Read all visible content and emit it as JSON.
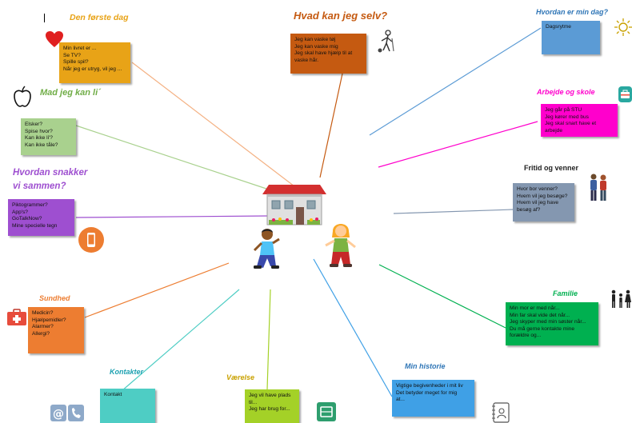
{
  "titles": {
    "den_forste_dag": "Den første dag",
    "hvad_kan_jeg_selv": "Hvad kan jeg selv?",
    "hvordan_er_min_dag": "Hvordan er min dag?",
    "mad_jeg_kan_li": "Mad jeg kan li´",
    "arbejde_og_skole": "Arbejde og skole",
    "hvordan_snakker_1": "Hvordan snakker",
    "hvordan_snakker_2": "vi sammen?",
    "fritid_og_venner": "Fritid og venner",
    "sundhed": "Sundhed",
    "familie": "Familie",
    "kontakter": "Kontakter",
    "min_historie": "Min historie",
    "vaerelse": "Værelse"
  },
  "notes": {
    "den_forste_dag": [
      "Min livret er ...",
      "Se TV?",
      "Spille spil?",
      "Når jeg er utryg, vil jeg ..."
    ],
    "hvad_kan_jeg_selv": [
      "Jeg kan vaske tøj",
      "Jeg kan vaske mig",
      "Jeg skal have hjælp til at",
      "vaske hår."
    ],
    "hvordan_er_min_dag": [
      "Dagsrytme"
    ],
    "mad_jeg_kan_li": [
      "Elsker?",
      "Spise hvor?",
      "Kan ikke li'?",
      "Kan ikke tåle?"
    ],
    "arbejde_og_skole": [
      "Jeg går på STU",
      "Jeg kører med bus",
      "Jeg skal snart have et",
      "arbejde"
    ],
    "hvordan_snakker": [
      "Piktogrammer?",
      "App's?",
      "GoTalkNow?",
      "Mine specielle tegn"
    ],
    "fritid_og_venner": [
      "Hvor bor venner?",
      "Hvem vil jeg besøge?",
      "Hvem vil jeg have",
      "besøg af?"
    ],
    "sundhed": [
      "Medicin?",
      "Hjælpemidler?",
      "Alarmer?",
      "Allergi?"
    ],
    "familie": [
      "Min mor er med når...",
      "Min far skal vide det når...",
      "Jeg skyper med min søster når...",
      "Du må gerne kontakte mine",
      "forældre og..."
    ],
    "kontakter": [
      "Kontakt"
    ],
    "min_historie": [
      "Vigtige begivenheder i mit liv",
      "Det betyder meget for mig",
      "at..."
    ],
    "vaerelse": [
      "Jeg vil have plads",
      "til...",
      "Jeg har brug for..."
    ]
  },
  "colors": {
    "den_forste_dag": "#E8A317",
    "hvad_kan_jeg_selv": "#C55A11",
    "hvordan_er_min_dag": "#5B9BD5",
    "mad_jeg_kan_li": "#A9D18E",
    "arbejde_og_skole": "#FF00CC",
    "hvordan_snakker": "#9E4FD0",
    "fritid_og_venner": "#8497B0",
    "sundhed": "#ED7D31",
    "familie": "#00B050",
    "kontakter": "#4ECDC4",
    "min_historie": "#3FA0E6",
    "vaerelse": "#A4D127"
  },
  "icons": [
    "heart-icon",
    "apple-icon",
    "person-sweeping-icon",
    "sun-icon",
    "briefcase-icon",
    "phone-icon",
    "people-icon",
    "family-icon",
    "first-aid-kit-icon",
    "email-phone-icon",
    "room-icon",
    "notebook-icon",
    "house-icon",
    "boy-icon",
    "girl-icon"
  ]
}
